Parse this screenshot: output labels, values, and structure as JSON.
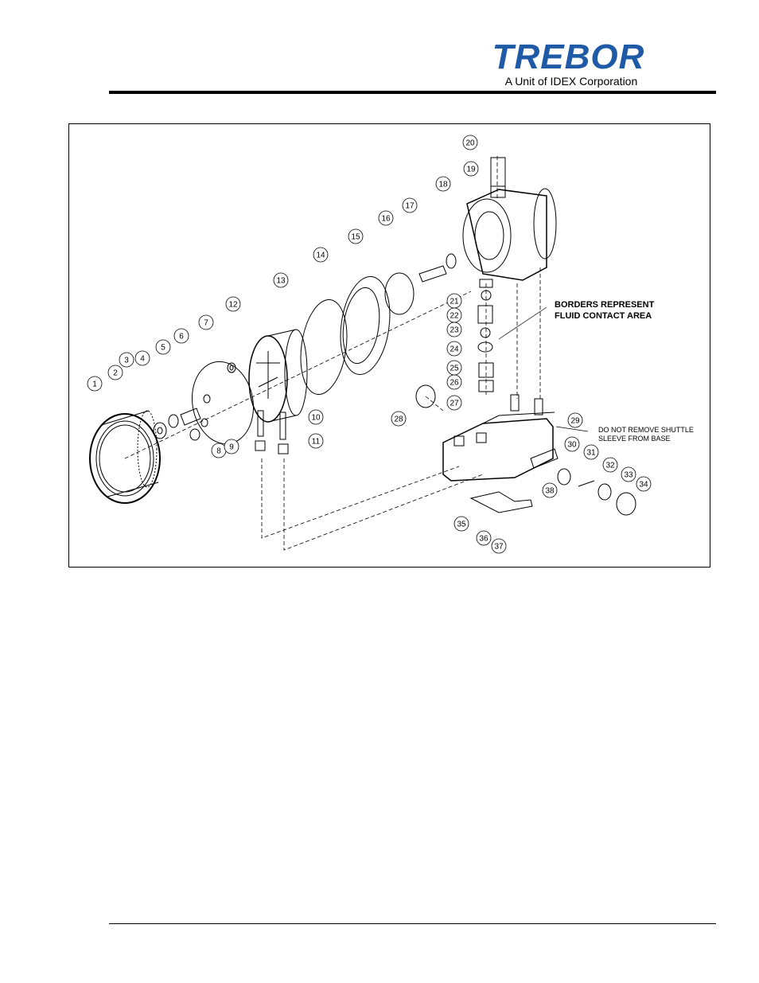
{
  "header": {
    "logo_word": "TREBOR",
    "logo_subtitle": "A Unit of IDEX Corporation",
    "brand_color": "#1f5aa6"
  },
  "diagram": {
    "callouts": [
      "1",
      "2",
      "3",
      "4",
      "5",
      "6",
      "7",
      "8",
      "9",
      "10",
      "11",
      "12",
      "13",
      "14",
      "15",
      "16",
      "17",
      "18",
      "19",
      "20",
      "21",
      "22",
      "23",
      "24",
      "25",
      "26",
      "27",
      "28",
      "29",
      "30",
      "31",
      "32",
      "33",
      "34",
      "35",
      "36",
      "37",
      "38"
    ],
    "note_fluid_line1": "BORDERS REPRESENT",
    "note_fluid_line2": "FLUID CONTACT AREA",
    "note_shuttle_line1": "DO NOT REMOVE SHUTTLE",
    "note_shuttle_line2": "SLEEVE FROM BASE"
  }
}
